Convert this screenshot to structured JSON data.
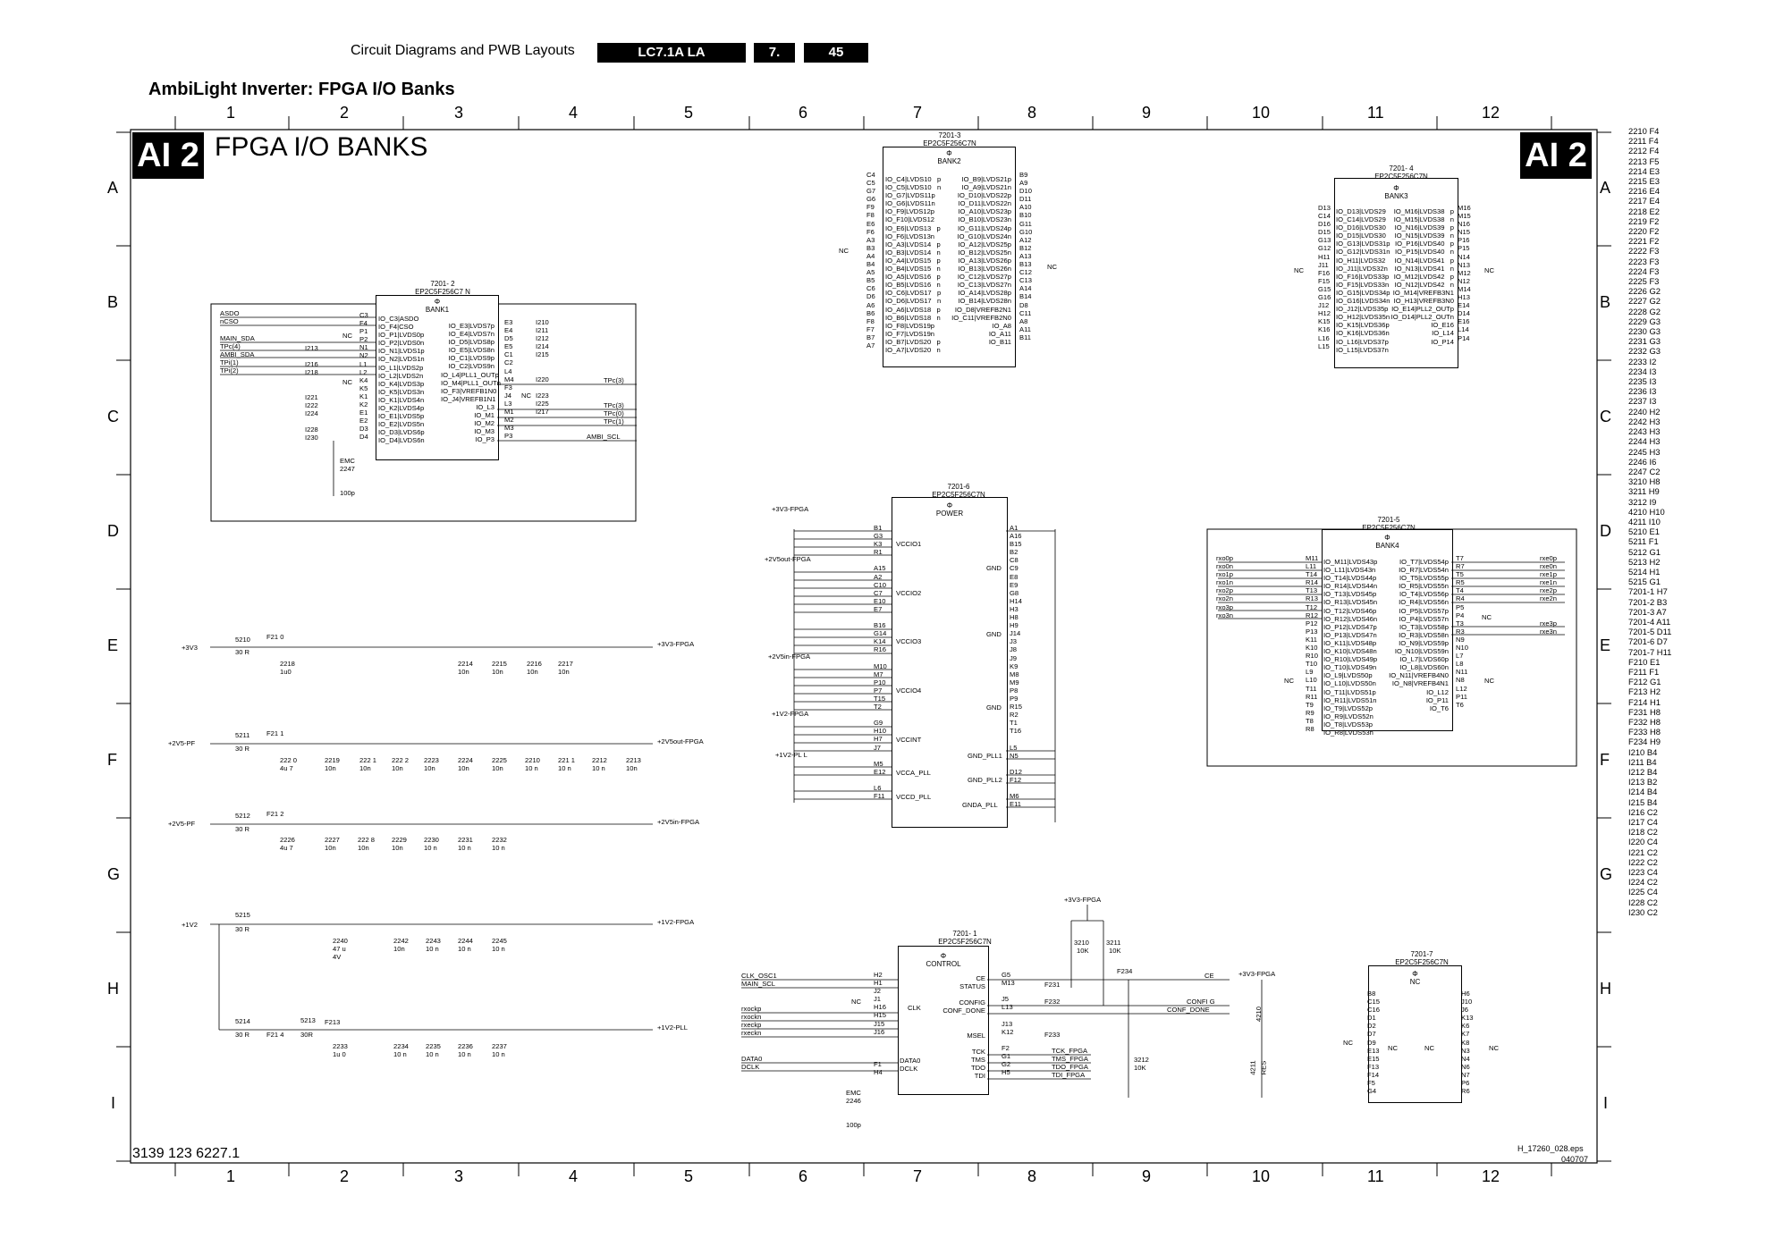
{
  "header": {
    "section": "Circuit Diagrams and PWB Layouts",
    "model": "LC7.1A LA",
    "chapter": "7.",
    "page": "45"
  },
  "title": "AmbiLight Inverter: FPGA I/O Banks",
  "badge": "AI 2",
  "diagram_title": "FPGA I/O BANKS",
  "columns": [
    "1",
    "2",
    "3",
    "4",
    "5",
    "6",
    "7",
    "8",
    "9",
    "10",
    "11",
    "12"
  ],
  "rows": [
    "A",
    "B",
    "C",
    "D",
    "E",
    "F",
    "G",
    "H",
    "I"
  ],
  "footer": {
    "doc_number": "3139 123 6227.1",
    "file": "H_17260_028.eps",
    "date": "040707"
  },
  "chips": {
    "bank1": {
      "ref": "7201- 2",
      "part": "EP2C5F256C7   N",
      "name": "BANK1"
    },
    "bank2": {
      "ref": "7201-3",
      "part": "EP2C5F256C7N",
      "name": "BANK2"
    },
    "bank3": {
      "ref": "7201- 4",
      "part": "EP2C5F256C7N",
      "name": "BANK3"
    },
    "bank4": {
      "ref": "7201-5",
      "part": "EP2C5F256C7N",
      "name": "BANK4"
    },
    "power": {
      "ref": "7201-6",
      "part": "EP2C5F256C7N",
      "name": "POWER"
    },
    "control": {
      "ref": "7201- 1",
      "part": "EP2C5F256C7N",
      "name": "CONTROL"
    },
    "nc": {
      "ref": "7201-7",
      "part": "EP2C5F256C7N",
      "name": "NC"
    }
  },
  "bank1_pins_left": "C3\nF4\nP1\nP2\nN1\nN2\nL1\nL2\nK4\nK5\nK1\nK2\nE1\nE2\nD3\nD4",
  "bank1_signals_left": "IO_C3|ASDO\nIO_F4|CSO\nIO_P1|LVDS0p\nIO_P2|LVDS0n\nIO_N1|LVDS1p\nIO_N2|LVDS1n\nIO_L1|LVDS2p\nIO_L2|LVDS2n\nIO_K4|LVDS3p\nIO_K5|LVDS3n\nIO_K1|LVDS4n\nIO_K2|LVDS4p\nIO_E1|LVDS5p\nIO_E2|LVDS5n\nIO_D3|LVDS6p\nIO_D4|LVDS6n",
  "bank1_signals_right": "IO_E3|LVDS7p\nIO_E4|LVDS7n\nIO_D5|LVDS8p\nIO_E5|LVDS8n\nIO_C1|LVDS9p\nIO_C2|LVDS9n\nIO_L4|PLL1_OUTp\nIO_M4|PLL1_OUTn\nIO_F3|VREFB1N0\nIO_J4|VREFB1N1\nIO_L3\nIO_M1\nIO_M2\nIO_M3\nIO_P3",
  "bank1_pins_right": "E3\nE4\nD5\nE5\nC1\nC2\nL4\nM4\nF3\nJ4\nL3\nM1\nM2\nM3\nP3",
  "bank1_nets_left": [
    "ASDO",
    "nCSO",
    "MAIN_SDA",
    "TPc(4)",
    "AMBI_SDA",
    "TPi(1)",
    "TPi(2)"
  ],
  "bank1_nets_right": [
    "TPc(3)",
    "TPc(3)",
    "TPc(0)",
    "TPc(1)",
    "AMBI_SCL"
  ],
  "bank1_tp_left": "I213\n\nI216\nI218\n\n\nI221\nI222\nI224\n\nI228\nI230",
  "bank1_tp_right": "I210\nI211\nI212\nI214\nI215\n\n\nI220\n\nI223\nI225\nI217",
  "bank1_cap": "EMC\n2247\n\n\n100p",
  "bank2_pins_left": "C4\nC5\nG7\nG6\nF9\nF8\nE6\nF6\nA3\nB3\nA4\nB4\nA5\nB5\nC6\nD6\nA6\nB6\nF8\nF7\nB7\nA7",
  "bank2_signals_left": "IO_C4|LVDS10   p\nIO_C5|LVDS10   n\nIO_G7|LVDS11p\nIO_G6|LVDS11n\nIO_F9|LVDS12p\nIO_F10|LVDS12\nIO_E6|LVDS13   p\nIO_F6|LVDS13n\nIO_A3|LVDS14   p\nIO_B3|LVDS14   n\nIO_A4|LVDS15   p\nIO_B4|LVDS15   n\nIO_A5|LVDS16   p\nIO_B5|LVDS16   n\nIO_C6|LVDS17   p\nIO_D6|LVDS17   n\nIO_A6|LVDS18   p\nIO_B6|LVDS18   n\nIO_F8|LVDS19p\nIO_F7|LVDS19n\nIO_B7|LVDS20   p\nIO_A7|LVDS20   n",
  "bank2_signals_right": "IO_B9|LVDS21p\nIO_A9|LVDS21n\nIO_D10|LVDS22p\nIO_D11|LVDS22n\nIO_A10|LVDS23p\nIO_B10|LVDS23n\nIO_G11|LVDS24p\nIO_G10|LVDS24n\nIO_A12|LVDS25p\nIO_B12|LVDS25n\nIO_A13|LVDS26p\nIO_B13|LVDS26n\nIO_C12|LVDS27p\nIO_C13|LVDS27n\nIO_A14|LVDS28p\nIO_B14|LVDS28n\nIO_D8|VREFB2N1\nIO_C11|VREFB2N0\nIO_A8\nIO_A11\nIO_B11",
  "bank2_pins_right": "B9\nA9\nD10\nD11\nA10\nB10\nG11\nG10\nA12\nB12\nA13\nB13\nC12\nC13\nA14\nB14\nD8\nC11\nA8\nA11\nB11",
  "bank3_pins_left": "D13\nC14\nD16\nD15\nG13\nG12\nH11\nJ11\nF16\nF15\nG15\nG16\nJ12\nH12\nK15\nK16\nL16\nL15",
  "bank3_signals_left": "IO_D13|LVDS29\nIO_C14|LVDS29\nIO_D16|LVDS30\nIO_D15|LVDS30\nIO_G13|LVDS31p\nIO_G12|LVDS31n\nIO_H11|LVDS32\nIO_J11|LVDS32n\nIO_F16|LVDS33p\nIO_F15|LVDS33n\nIO_G15|LVDS34p\nIO_G16|LVDS34n\nIO_J12|LVDS35p\nIO_H12|LVDS35n\nIO_K15|LVDS36p\nIO_K16|LVDS36n\nIO_L16|LVDS37p\nIO_L15|LVDS37n",
  "bank3_signals_right": "IO_M16|LVDS38   p\nIO_M15|LVDS38   n\nIO_N16|LVDS39   p\nIO_N15|LVDS39   n\nIO_P16|LVDS40   p\nIO_P15|LVDS40   n\nIO_N14|LVDS41   p\nIO_N13|LVDS41   n\nIO_M12|LVDS42   p\nIO_N12|LVDS42   n\nIO_M14|VREFB3N1\nIO_H13|VREFB3N0\nIO_E14|PLL2_OUTp\nIO_D14|PLL2_OUTn\nIO_E16\nIO_L14\nIO_P14",
  "bank3_pins_right": "M16\nM15\nN16\nN15\nP16\nP15\nN14\nN13\nM12\nN12\nM14\nH13\nE14\nD14\nE16\nL14\nP14",
  "bank4_pins_left": "M11\nL11\nT14\nR14\nT13\nR13\nT12\nR12\nP12\nP13\nK11\nK10\nR10\nT10\nL9\nL10\nT11\nR11\nT9\nR9\nT8\nR8",
  "bank4_signals_left": "IO_M11|LVDS43p\nIO_L11|LVDS43n\nIO_T14|LVDS44p\nIO_R14|LVDS44n\nIO_T13|LVDS45p\nIO_R13|LVDS45n\nIO_T12|LVDS46p\nIO_R12|LVDS46n\nIO_P12|LVDS47p\nIO_P13|LVDS47n\nIO_K11|LVDS48p\nIO_K10|LVDS48n\nIO_R10|LVDS49p\nIO_T10|LVDS49n\nIO_L9|LVDS50p\nIO_L10|LVDS50n\nIO_T11|LVDS51p\nIO_R11|LVDS51n\nIO_T9|LVDS52p\nIO_R9|LVDS52n\nIO_T8|LVDS53p\nIO_R8|LVDS53n",
  "bank4_signals_right": "IO_T7|LVDS54p\nIO_R7|LVDS54n\nIO_T5|LVDS55p\nIO_R5|LVDS55n\nIO_T4|LVDS56p\nIO_R4|LVDS56n\nIO_P5|LVDS57p\nIO_P4|LVDS57n\nIO_T3|LVDS58p\nIO_R3|LVDS58n\nIO_N9|LVDS59p\nIO_N10|LVDS59n\nIO_L7|LVDS60p\nIO_L8|LVDS60n\nIO_N11|VREFB4N0\nIO_N8|VREFB4N1\nIO_L12\nIO_P11\nIO_T6",
  "bank4_pins_right": "T7\nR7\nT5\nR5\nT4\nR4\nP5\nP4\nT3\nR3\nN9\nN10\nL7\nL8\nN11\nN8\nL12\nP11\nT6",
  "bank4_nets_left": "rxo0p\nrxo0n\nrxo1p\nrxo1n\nrxo2p\nrxo2n\nrxo3p\nrxo3n",
  "bank4_nets_right": "rxe0p\nrxe0n\nrxe1p\nrxe1n\nrxe2p\nrxe2n\n\n\nrxe3p\nrxe3n",
  "power_pins_left": "B1\nG3\nK3\nR1\n\nA15\nA2\nC10\nC7\nE10\nE7\n\nB16\nG14\nK14\nR16\n\nM10\nM7\nP10\nP7\nT15\nT2\n\nG9\nH10\nH7\nJ7\n\nM5\nE12\n\nL6\nF11",
  "power_pins_right": "A1\nA16\nB15\nB2\nC8\nC9\nE8\nE9\nG8\nH14\nH3\nH8\nH9\nJ14\nJ3\nJ8\nJ9\nK9\nM8\nM9\nP8\nP9\nR15\nR2\nT1\nT16\n\nL5\nN5\n\nD12\nF12\n\nM6\nE11",
  "power_labels": {
    "vccio1": "VCCIO1",
    "vccio2": "VCCIO2",
    "vccio3": "VCCIO3",
    "vccio4": "VCCIO4",
    "vccint": "VCCINT",
    "vcca_pll": "VCCA_PLL",
    "vccd_pll": "VCCD_PLL",
    "gnd": "GND",
    "gnd_pll1": "GND_PLL1",
    "gnd_pll2": "GND_PLL2",
    "gnda_pll": "GNDA_PLL"
  },
  "power_rails": [
    "+3V3-FPGA",
    "+2V5out-FPGA",
    "+2V5in-FPGA",
    "+1V2-FPGA",
    "+1V2-PL   L"
  ],
  "control_pins_left": "H2\nH1\nJ2\nJ1\nH16\nH15\nJ15\nJ16\n\n\n\nF1\nH4",
  "control_nets_left": [
    "CLK_OSC1",
    "MAIN_SCL",
    "rxockp",
    "rxockn",
    "rxeckp",
    "rxeckn",
    "DATA0",
    "DCLK"
  ],
  "control_pins_right": "G5\nM13\n\nJ5\nL13\n\nJ13\nK12\n\nF2\nG1\nG2\nH5",
  "control_signals_right": "CE\nSTATUS\n\nCONFIG\nCONF_DONE\n\n\nMSEL\n\nTCK\nTMS\nTDO\nTDI",
  "control_nets_right": [
    "CE",
    "CONFI G",
    "CONF_DONE",
    "TCK_FPGA",
    "TMS_FPGA",
    "TDO_FPGA",
    "TDI_FPGA"
  ],
  "control_cap": "EMC\n2246\n\n\n100p",
  "power_supply": {
    "rail1": {
      "in": "+3V3",
      "res": "5210",
      "res_val": "30 R",
      "fuse": "F21 0",
      "out": "+3V3-FPGA",
      "caps": [
        [
          "2218",
          "1u0"
        ],
        [
          "2214",
          "10n"
        ],
        [
          "2215",
          "10n"
        ],
        [
          "2216",
          "10n"
        ],
        [
          "2217",
          "10n"
        ]
      ]
    },
    "rail2": {
      "in": "+2V5-PF",
      "res": "5211",
      "res_val": "30 R",
      "fuse": "F21 1",
      "out": "+2V5out-FPGA",
      "caps": [
        [
          "222 0",
          "4u 7"
        ],
        [
          "2219",
          "10n"
        ],
        [
          "222 1",
          "10n"
        ],
        [
          "222 2",
          "10n"
        ],
        [
          "2223",
          "10n"
        ],
        [
          "2224",
          "10n"
        ],
        [
          "2225",
          "10n"
        ],
        [
          "2210",
          "10 n"
        ],
        [
          "221 1",
          "10 n"
        ],
        [
          "2212",
          "10 n"
        ],
        [
          "2213",
          "10n"
        ]
      ]
    },
    "rail3": {
      "in": "+2V5-PF",
      "res": "5212",
      "res_val": "30 R",
      "fuse": "F21 2",
      "out": "+2V5in-FPGA",
      "caps": [
        [
          "2226",
          "4u 7"
        ],
        [
          "2227",
          "10n"
        ],
        [
          "222 8",
          "10n"
        ],
        [
          "2229",
          "10n"
        ],
        [
          "2230",
          "10 n"
        ],
        [
          "2231",
          "10 n"
        ],
        [
          "2232",
          "10 n"
        ]
      ]
    },
    "rail4": {
      "in": "+1V2",
      "res": "5215",
      "res_val": "30 R",
      "out": "+1V2-FPGA",
      "caps": [
        [
          "2240",
          "47 u\n4V"
        ],
        [
          "2242",
          "10n"
        ],
        [
          "2243",
          "10 n"
        ],
        [
          "2244",
          "10 n"
        ],
        [
          "2245",
          "10 n"
        ]
      ]
    },
    "rail5": {
      "res": "5214",
      "res_val": "30 R",
      "fuse": "F21 4",
      "res2": "5213",
      "res2_val": "30R",
      "fuse2": "F213",
      "out": "+1V2-PLL",
      "caps": [
        [
          "2233",
          "1u 0"
        ],
        [
          "2234",
          "10 n"
        ],
        [
          "2235",
          "10 n"
        ],
        [
          "2236",
          "10 n"
        ],
        [
          "2237",
          "10 n"
        ]
      ]
    }
  },
  "control_resistors": {
    "top_rail": "+3V3-FPGA",
    "r1": "3210",
    "r1_val": "10K",
    "r2": "3211",
    "r2_val": "10K",
    "r3": "3212",
    "r3_val": "10K",
    "fuse": "F234",
    "f231": "F231",
    "f232": "F232",
    "f233": "F233",
    "right_rail": "+3V3-FPGA",
    "r4": "4210",
    "r5": "4211",
    "r5_val": "RES"
  },
  "nc_chip_pins_left": "B8\nC15\nC16\nD1\nD2\nD7\nD9\nE13\nE15\nF13\nF14\nF5\nG4",
  "nc_chip_pins_right": "H6\nJ10\nJ6\nK13\nK6\nK7\nK8\nN3\nN4\nN6\nN7\nP6\nR6",
  "labels": {
    "nc": "NC",
    "phi": "Φ"
  },
  "xref": "2210 F4\n2211 F4\n2212 F4\n2213 F5\n2214 E3\n2215 E3\n2216 E4\n2217 E4\n2218 E2\n2219 F2\n2220 F2\n2221 F2\n2222 F3\n2223 F3\n2224 F3\n2225 F3\n2226 G2\n2227 G2\n2228 G2\n2229 G3\n2230 G3\n2231 G3\n2232 G3\n2233 I2\n2234 I3\n2235 I3\n2236 I3\n2237 I3\n2240 H2\n2242 H3\n2243 H3\n2244 H3\n2245 H3\n2246 I6\n2247 C2\n3210 H8\n3211 H9\n3212 I9\n4210 H10\n4211 I10\n5210 E1\n5211 F1\n5212 G1\n5213 H2\n5214 H1\n5215 G1\n7201-1 H7\n7201-2 B3\n7201-3 A7\n7201-4 A11\n7201-5 D11\n7201-6 D7\n7201-7 H11\nF210 E1\nF211 F1\nF212 G1\nF213 H2\nF214 H1\nF231 H8\nF232 H8\nF233 H8\nF234 H9\nI210 B4\nI211 B4\nI212 B4\nI213 B2\nI214 B4\nI215 B4\nI216 C2\nI217 C4\nI218 C2\nI220 C4\nI221 C2\nI222 C2\nI223 C4\nI224 C2\nI225 C4\nI228 C2\nI230 C2"
}
